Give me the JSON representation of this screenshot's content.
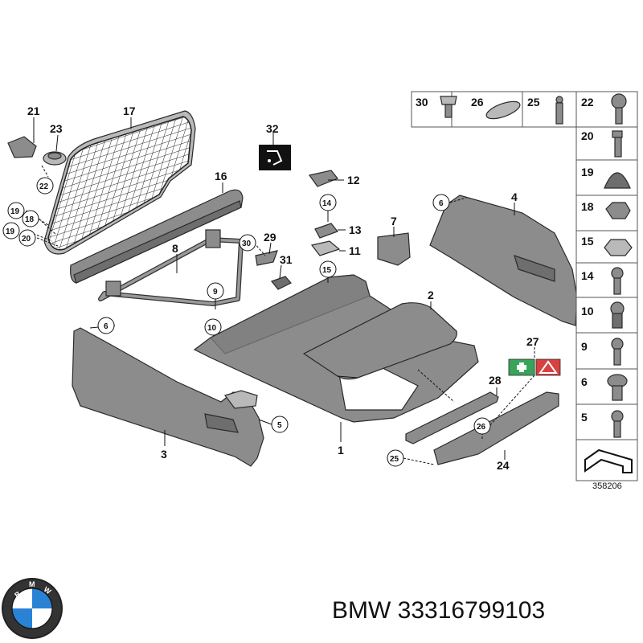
{
  "title": "BMW 33316799103",
  "brand": "BMW",
  "part_number": "33316799103",
  "diagram_number": "358206",
  "callouts": [
    "1",
    "2",
    "3",
    "4",
    "5",
    "6",
    "6",
    "7",
    "8",
    "9",
    "10",
    "11",
    "12",
    "13",
    "14",
    "15",
    "16",
    "17",
    "18",
    "19",
    "19",
    "20",
    "21",
    "22",
    "23",
    "24",
    "25",
    "26",
    "27",
    "28",
    "29",
    "30",
    "31",
    "32"
  ],
  "legend_parts": [
    "30",
    "26",
    "25",
    "22",
    "20",
    "19",
    "18",
    "15",
    "14",
    "10",
    "9",
    "6",
    "5"
  ],
  "colors": {
    "part": "#8c8c8c",
    "part_dark": "#6e6e6e",
    "warning": "#d94040",
    "firstaid": "#3aa35a"
  }
}
